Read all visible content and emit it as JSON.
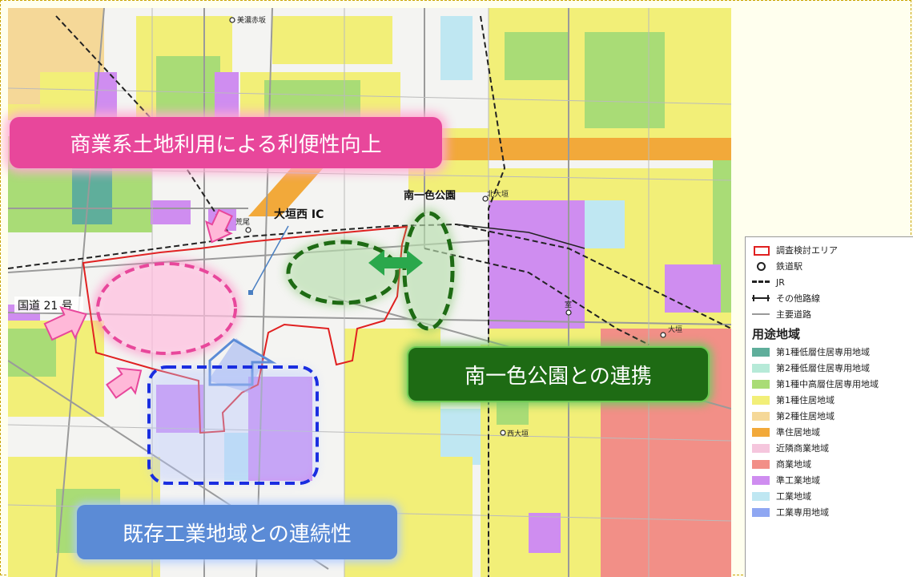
{
  "map": {
    "stations": {
      "mino_akasaka": "美濃赤坂",
      "arao": "荒尾",
      "kita_ogaki": "北大垣",
      "muro": "室",
      "ogaki": "大垣",
      "nishi_ogaki": "西大垣"
    },
    "labels": {
      "route21": "国道 21 号",
      "ogaki_nishi_ic": "大垣西 IC",
      "minami_isshiki_park": "南一色公園"
    }
  },
  "callouts": {
    "commercial": "商業系土地利用による利便性向上",
    "park_link": "南一色公園との連携",
    "industrial": "既存工業地域との連続性"
  },
  "legend": {
    "symbols": [
      {
        "label": "調査検討エリア",
        "icon": "red-outline-rect-icon"
      },
      {
        "label": "鉄道駅",
        "icon": "station-circle-icon"
      },
      {
        "label": "JR",
        "icon": "jr-line-icon"
      },
      {
        "label": "その他路線",
        "icon": "other-rail-icon"
      },
      {
        "label": "主要道路",
        "icon": "main-road-icon"
      }
    ],
    "zoning_title": "用途地域",
    "zones": [
      {
        "label": "第1種低層住居専用地域",
        "color": "#5fae9b"
      },
      {
        "label": "第2種低層住居専用地域",
        "color": "#b6ead8"
      },
      {
        "label": "第1種中高層住居専用地域",
        "color": "#a9dc76"
      },
      {
        "label": "第1種住居地域",
        "color": "#f2ef78"
      },
      {
        "label": "第2種住居地域",
        "color": "#f5d898"
      },
      {
        "label": "準住居地域",
        "color": "#f2a93a"
      },
      {
        "label": "近隣商業地域",
        "color": "#f5c6dd"
      },
      {
        "label": "商業地域",
        "color": "#f28f87"
      },
      {
        "label": "準工業地域",
        "color": "#cf8df0"
      },
      {
        "label": "工業地域",
        "color": "#bfe7f2"
      },
      {
        "label": "工業専用地域",
        "color": "#8fa7f2"
      }
    ]
  },
  "colors": {
    "study_area": "#e02020",
    "callout_pink": "#e8479b",
    "callout_green": "#1e6b14",
    "callout_blue": "#5b8bd6"
  }
}
